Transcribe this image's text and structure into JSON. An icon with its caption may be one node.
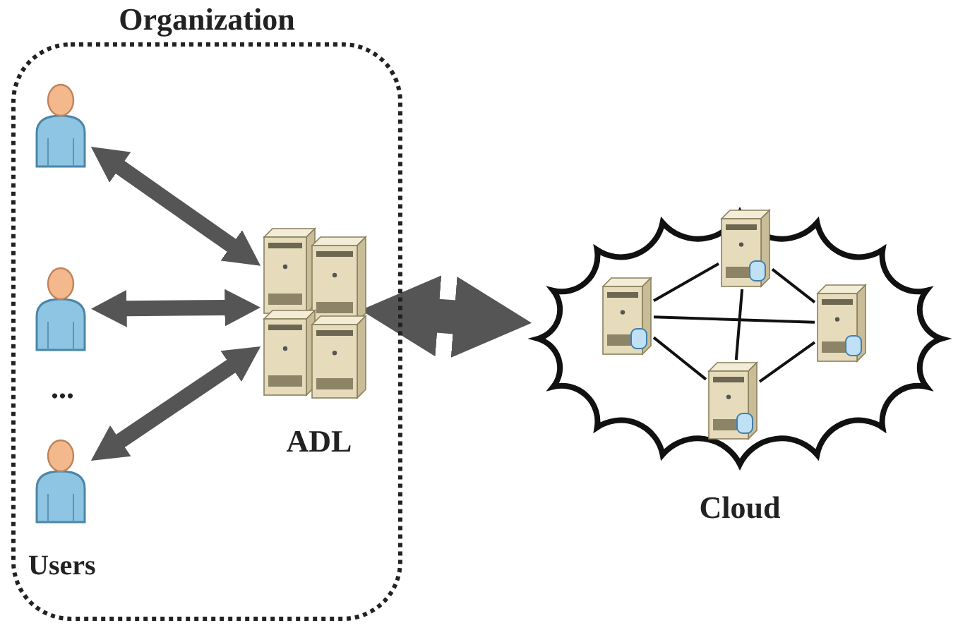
{
  "diagram": {
    "nodes": [
      {
        "text": [
          "Organization"
        ]
      },
      {
        "text": [],
        "shape": "person",
        "in": 0
      },
      {
        "text": [],
        "shape": "person",
        "in": 0
      },
      {
        "text": [],
        "shape": "person",
        "in": 0
      },
      {
        "text": [
          "ADL"
        ],
        "in": 0
      },
      {
        "text": [
          "Cloud"
        ]
      },
      {
        "text": [],
        "shape": "picture",
        "in": 5
      },
      {
        "text": [],
        "shape": "picture",
        "in": 5
      },
      {
        "text": [],
        "shape": "picture",
        "in": 5
      },
      {
        "text": [],
        "shape": "picture",
        "in": 5
      }
    ],
    "edges": [
      {
        "from": 1,
        "to": 4,
        "arrow": "both",
        "style": "thick",
        "color": "#555555"
      },
      {
        "from": 2,
        "to": 4,
        "arrow": "both",
        "style": "thick",
        "color": "#555555"
      },
      {
        "from": 3,
        "to": 4,
        "arrow": "both",
        "style": "thick",
        "color": "#555555"
      },
      {
        "from": 4,
        "to": 5,
        "arrow": "both",
        "style": "thick",
        "color": "#555555"
      },
      {
        "from": 6,
        "to": 7,
        "arrow": "none"
      },
      {
        "from": 6,
        "to": 8,
        "arrow": "none"
      },
      {
        "from": 6,
        "to": 9,
        "arrow": "none"
      },
      {
        "from": 7,
        "to": 8,
        "arrow": "none"
      },
      {
        "from": 7,
        "to": 9,
        "arrow": "none"
      },
      {
        "from": 8,
        "to": 9,
        "arrow": "none"
      }
    ],
    "labels": [
      "...",
      "Users"
    ]
  }
}
